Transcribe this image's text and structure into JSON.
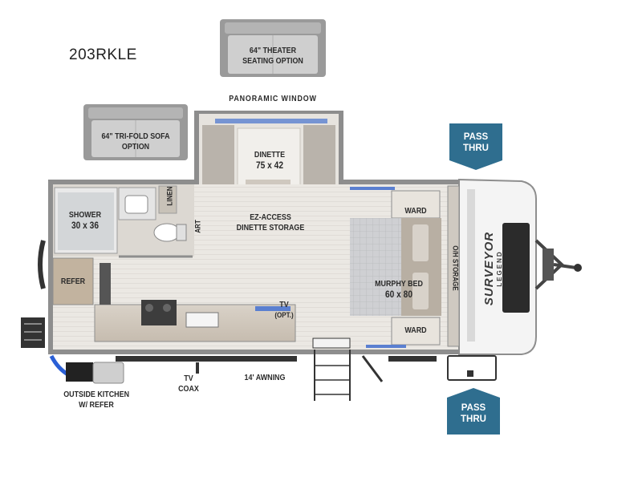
{
  "model": "203RKLE",
  "labels": {
    "theater_line1": "64\" THEATER",
    "theater_line2": "SEATING OPTION",
    "panoramic": "PANORAMIC WINDOW",
    "sofa_line1": "64\" TRI-FOLD SOFA",
    "sofa_line2": "OPTION",
    "dinette_line1": "DINETTE",
    "dinette_line2": "75 x 42",
    "pass_thru_top_1": "PASS",
    "pass_thru_top_2": "THRU",
    "pass_thru_bottom_1": "PASS",
    "pass_thru_bottom_2": "THRU",
    "linen": "LINEN",
    "shower_line1": "SHOWER",
    "shower_line2": "30 x 36",
    "art": "ART",
    "ez_line1": "EZ-ACCESS",
    "ez_line2": "DINETTE STORAGE",
    "ward_top": "WARD",
    "ward_bottom": "WARD",
    "oh_storage": "O/H STORAGE",
    "refer": "REFER",
    "murphy_line1": "MURPHY BED",
    "murphy_line2": "60 x 80",
    "tv_line1": "TV",
    "tv_line2": "(OPT.)",
    "tv_coax_line1": "TV",
    "tv_coax_line2": "COAX",
    "awning": "14' AWNING",
    "outside_kitchen_line1": "OUTSIDE KITCHEN",
    "outside_kitchen_line2": "W/ REFER",
    "brand_line1": "SURVEYOR",
    "brand_line2": "LEGEND"
  },
  "colors": {
    "pass_thru": "#2f6e8f",
    "wall": "#8a8a8a",
    "floor": "#e8e5e0",
    "cabinet": "#cfc6bb",
    "wood": "#bfae98",
    "window": "#5a7fd0"
  }
}
